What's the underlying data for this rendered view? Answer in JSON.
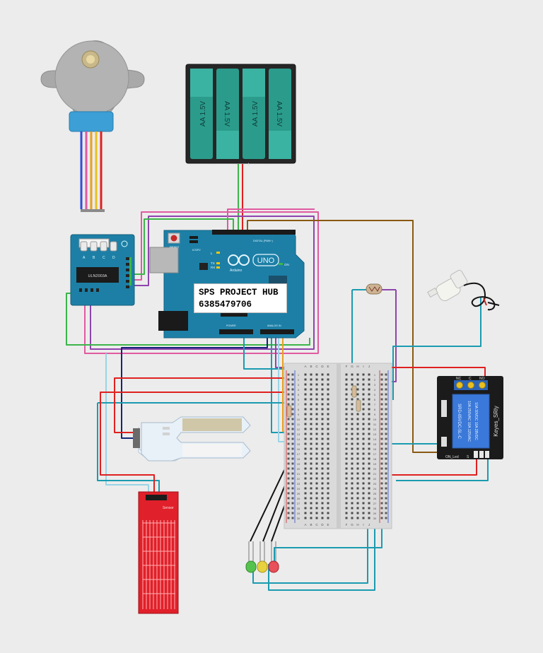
{
  "battery": {
    "cells": [
      "AA 1.5V",
      "AA 1.5V",
      "AA 1.5V",
      "AA 1.5V"
    ],
    "terminals": [
      "−",
      "+"
    ]
  },
  "arduino": {
    "brand": "Arduino",
    "model": "UNO",
    "reset_label": "RESET",
    "icsp_label": "ICSP2",
    "l_label": "L",
    "tx_label": "TX",
    "rx_label": "RX",
    "on_label": "ON",
    "digital_label": "DIGITAL (PWM~)",
    "power_label": "POWER",
    "analog_label": "ANALOG IN"
  },
  "overlay_note": {
    "line1": "SPS PROJECT HUB",
    "line2": "6385479706"
  },
  "driver": {
    "chip_label": "ULN2003A",
    "led_labels": [
      "A",
      "B",
      "C",
      "D"
    ]
  },
  "relay": {
    "terminals": [
      "NC",
      "C",
      "NO"
    ],
    "brand": "Keyes_SRly",
    "spec_lines": [
      "SRD-05VDC-SL-C",
      "10A 250VAC  10A 125VAC",
      "10A 30VDC  10A 28VDC"
    ],
    "on_led": "ON_Led",
    "pin_label": "S"
  },
  "breadboard": {
    "cols_left": [
      "A",
      "B",
      "C",
      "D",
      "E"
    ],
    "cols_right": [
      "F",
      "G",
      "H",
      "I",
      "J"
    ],
    "row_numbers": [
      "1",
      "2",
      "3",
      "4",
      "5",
      "6",
      "7",
      "8",
      "9",
      "10",
      "11",
      "12",
      "13",
      "14",
      "15",
      "16",
      "17",
      "18",
      "19",
      "20",
      "21",
      "22",
      "23",
      "24",
      "25",
      "26",
      "27",
      "28",
      "29",
      "30"
    ]
  },
  "water_sensor": {
    "label": "Sensor"
  },
  "colors": {
    "board_blue": "#1d7fa6",
    "relay_blue": "#3a79d9",
    "sensor_red": "#e0202a",
    "wire_red": "#e02020",
    "wire_teal": "#1a9bb0",
    "wire_purple": "#8e44ad",
    "wire_pink": "#e05aa0",
    "wire_green": "#3cb54a",
    "wire_brown": "#8a5a12",
    "wire_navy": "#14247a",
    "wire_lightblue": "#9ad4e6"
  }
}
